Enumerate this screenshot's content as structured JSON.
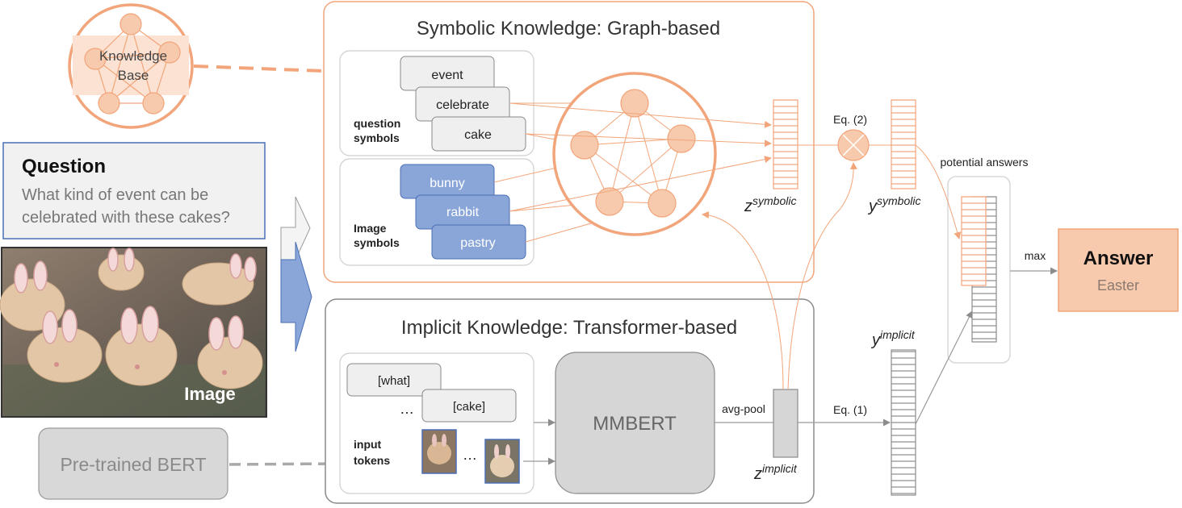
{
  "colors": {
    "orange": "#f2a57a",
    "orange_fill": "#f7c9ad",
    "orange_light": "#fce3d4",
    "blue": "#8aa6d8",
    "blue_dark": "#4a6fb5",
    "gray": "#d6d6d6",
    "gray_dark": "#7a7a7a",
    "text": "#333333"
  },
  "knowledge_base": {
    "line1": "Knowledge",
    "line2": "Base"
  },
  "question": {
    "title": "Question",
    "line1": "What kind of event can be",
    "line2": "celebrated with these cakes?"
  },
  "image": {
    "label": "Image"
  },
  "bert": {
    "label": "Pre-trained BERT"
  },
  "symbolic": {
    "title": "Symbolic Knowledge: Graph-based",
    "question_symbols_label_1": "question",
    "question_symbols_label_2": "symbols",
    "question_tokens": [
      "event",
      "celebrate",
      "cake"
    ],
    "image_symbols_label_1": "Image",
    "image_symbols_label_2": "symbols",
    "image_tokens": [
      "bunny",
      "rabbit",
      "pastry"
    ],
    "z_base": "z",
    "z_sup": "symbolic",
    "eq_label": "Eq. (2)",
    "y_base": "y",
    "y_sup": "symbolic"
  },
  "implicit": {
    "title": "Implicit Knowledge: Transformer-based",
    "tokens": [
      "[what]",
      "[cake]"
    ],
    "ellipsis": "…",
    "input_label_1": "input",
    "input_label_2": "tokens",
    "model_label": "MMBERT",
    "pool_label": "avg-pool",
    "z_base": "z",
    "z_sup": "implicit",
    "eq_label": "Eq. (1)",
    "y_base": "y",
    "y_sup": "implicit"
  },
  "potential_answers_label": "potential answers",
  "max_label": "max",
  "answer": {
    "title": "Answer",
    "value": "Easter"
  }
}
